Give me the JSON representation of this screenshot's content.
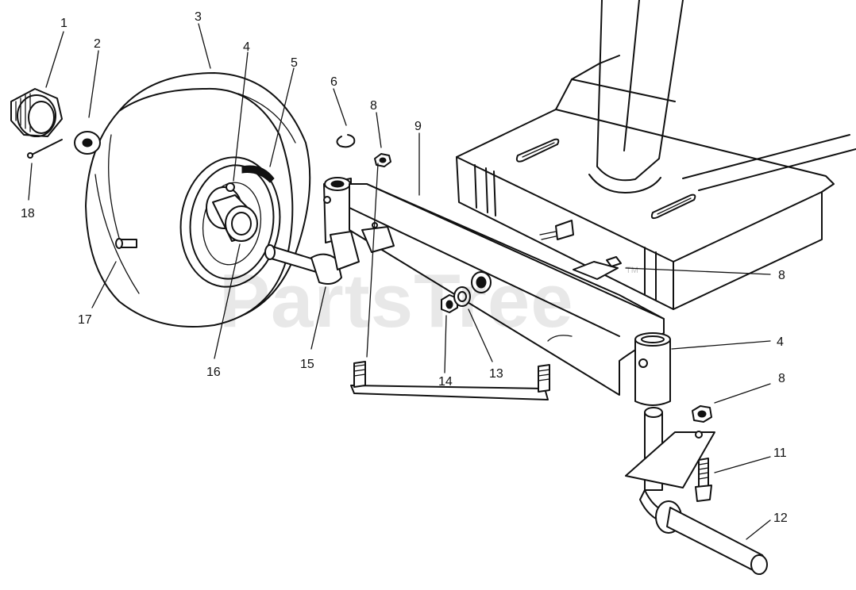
{
  "watermark": {
    "text": "PartsTree",
    "trademark": "TM"
  },
  "callouts": [
    {
      "id": "c1",
      "label": "1"
    },
    {
      "id": "c2",
      "label": "2"
    },
    {
      "id": "c3",
      "label": "3"
    },
    {
      "id": "c4a",
      "label": "4"
    },
    {
      "id": "c5",
      "label": "5"
    },
    {
      "id": "c6",
      "label": "6"
    },
    {
      "id": "c8a",
      "label": "8"
    },
    {
      "id": "c9",
      "label": "9"
    },
    {
      "id": "c8b",
      "label": "8"
    },
    {
      "id": "c4b",
      "label": "4"
    },
    {
      "id": "c8c",
      "label": "8"
    },
    {
      "id": "c11",
      "label": "11"
    },
    {
      "id": "c12",
      "label": "12"
    },
    {
      "id": "c13",
      "label": "13"
    },
    {
      "id": "c14",
      "label": "14"
    },
    {
      "id": "c15",
      "label": "15"
    },
    {
      "id": "c16",
      "label": "16"
    },
    {
      "id": "c17",
      "label": "17"
    },
    {
      "id": "c18",
      "label": "18"
    }
  ]
}
